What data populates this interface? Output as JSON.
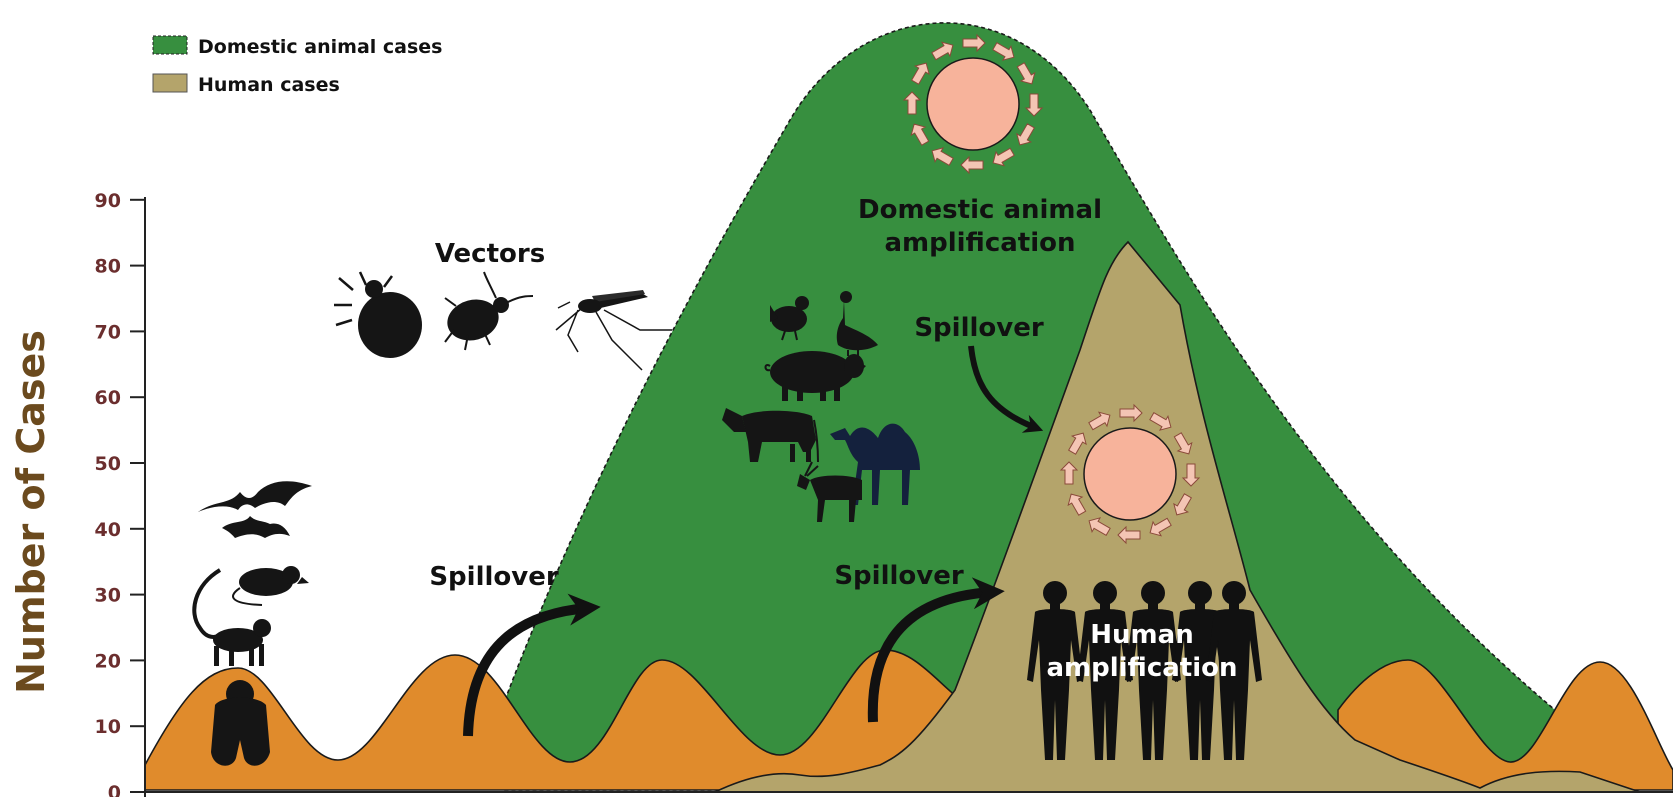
{
  "legend": {
    "items": [
      {
        "label": "Domestic animal cases",
        "color": "#378f3f"
      },
      {
        "label": "Human cases",
        "color": "#b4a46b"
      }
    ]
  },
  "axis": {
    "title": "Number of Cases",
    "ticks": [
      "0",
      "10",
      "20",
      "30",
      "40",
      "50",
      "60",
      "70",
      "80",
      "90"
    ]
  },
  "labels": {
    "vectors": "Vectors",
    "spillover_wild": "Spillover",
    "spillover_domestic": "Spillover",
    "spillover_human": "Spillover",
    "domestic_amp_line1": "Domestic animal",
    "domestic_amp_line2": "amplification",
    "human_amp_line1": "Human",
    "human_amp_line2": "amplification"
  },
  "colors": {
    "domestic": "#378f3f",
    "human": "#b4a46b",
    "wildlife": "#e08b2c",
    "cycle_circle": "#f7b39b",
    "cycle_arrow": "#f4c5b4",
    "axis_tick": "#6b2e2e",
    "axis_title": "#6b4a1e"
  },
  "icons": {
    "wildlife": [
      "bat-icon",
      "rat-icon",
      "monkey-icon",
      "gorilla-icon"
    ],
    "vectors": [
      "tick-icon",
      "bug-icon",
      "mosquito-icon"
    ],
    "domestic": [
      "chicken-icon",
      "goose-icon",
      "pig-icon",
      "cow-icon",
      "camel-icon",
      "goat-icon"
    ],
    "humans": [
      "human-figure-icon"
    ]
  }
}
